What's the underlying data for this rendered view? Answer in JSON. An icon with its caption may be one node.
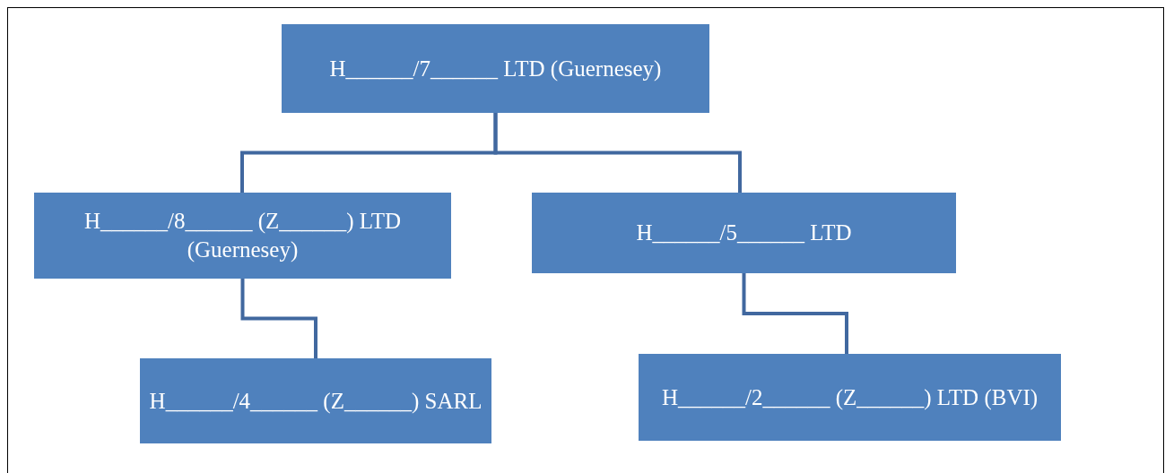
{
  "diagram": {
    "nodes": [
      {
        "text": [
          "H______/7______ LTD (Guernesey)"
        ]
      },
      {
        "text": [
          "H______/8______ (Z______) LTD (Guernesey)"
        ]
      },
      {
        "text": [
          "H______/5______ LTD"
        ]
      },
      {
        "text": [
          "H______/4______ (Z______) SARL"
        ]
      },
      {
        "text": [
          "H______/2______ (Z______) LTD (BVI)"
        ]
      }
    ],
    "edges": [
      {
        "from": 0,
        "to": 1,
        "arrow": "none"
      },
      {
        "from": 0,
        "to": 2,
        "arrow": "none"
      },
      {
        "from": 1,
        "to": 3,
        "arrow": "none"
      },
      {
        "from": 2,
        "to": 4,
        "arrow": "none"
      }
    ]
  }
}
